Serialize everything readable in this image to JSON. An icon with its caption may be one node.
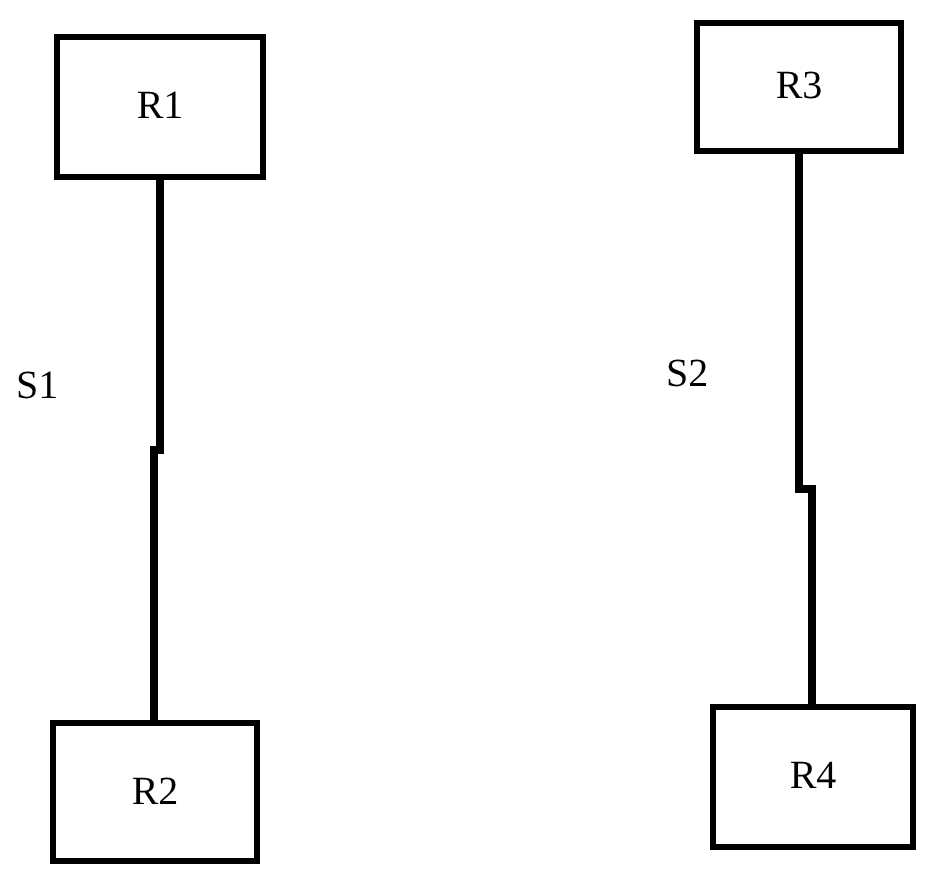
{
  "diagram": {
    "nodes": [
      {
        "text": [
          "R1"
        ]
      },
      {
        "text": [
          "R2"
        ]
      },
      {
        "text": [
          "R3"
        ]
      },
      {
        "text": [
          "R4"
        ]
      }
    ],
    "edges": [
      {
        "from": 0,
        "to": 1,
        "arrow": "none",
        "label": "S1"
      },
      {
        "from": 2,
        "to": 3,
        "arrow": "none",
        "label": "S2"
      }
    ]
  }
}
